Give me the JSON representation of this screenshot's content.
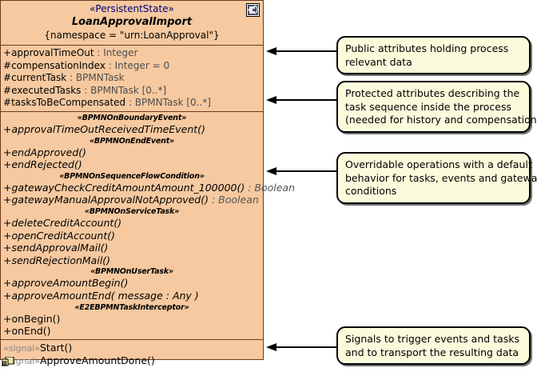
{
  "class_box": {
    "stereotype": "«PersistentState»",
    "name": "LoanApprovalImport",
    "namespace_tag": "{namespace = \"urn:LoanApproval\"}",
    "header_icon": "persistent-state-icon",
    "corner_icon": "package-icon",
    "fill_color": "#F6C9A0",
    "border_color": "#6B3A1E",
    "attributes": [
      {
        "vis": "+",
        "name": "approvalTimeOut",
        "sep": " : ",
        "type": "Integer"
      },
      {
        "vis": "#",
        "name": "compensationIndex",
        "sep": " : ",
        "type": "Integer = 0"
      },
      {
        "vis": "#",
        "name": "currentTask",
        "sep": " : ",
        "type": "BPMNTask"
      },
      {
        "vis": "#",
        "name": "executedTasks",
        "sep": " : ",
        "type": "BPMNTask [0..*]"
      },
      {
        "vis": "#",
        "name": "tasksToBeCompensated",
        "sep": " : ",
        "type": "BPMNTask [0..*]"
      }
    ],
    "operation_groups": [
      {
        "stereotype": "«BPMNOnBoundaryEvent»",
        "operations": [
          {
            "vis": "+",
            "name": "approvalTimeOutReceivedTimeEvent()",
            "type": "",
            "abstract": true
          }
        ]
      },
      {
        "stereotype": "«BPMNOnEndEvent»",
        "operations": [
          {
            "vis": "+",
            "name": "endApproved()",
            "type": "",
            "abstract": true
          },
          {
            "vis": "+",
            "name": "endRejected()",
            "type": "",
            "abstract": true
          }
        ]
      },
      {
        "stereotype": "«BPMNOnSequenceFlowCondition»",
        "operations": [
          {
            "vis": "+",
            "name": "gatewayCheckCreditAmountAmount_100000()",
            "type": " : Boolean",
            "abstract": true
          },
          {
            "vis": "+",
            "name": "gatewayManualApprovalNotApproved()",
            "type": " : Boolean",
            "abstract": true
          }
        ]
      },
      {
        "stereotype": "«BPMNOnServiceTask»",
        "operations": [
          {
            "vis": "+",
            "name": "deleteCreditAccount()",
            "type": "",
            "abstract": true
          },
          {
            "vis": "+",
            "name": "openCreditAccount()",
            "type": "",
            "abstract": true
          },
          {
            "vis": "+",
            "name": "sendApprovalMail()",
            "type": "",
            "abstract": true
          },
          {
            "vis": "+",
            "name": "sendRejectionMail()",
            "type": "",
            "abstract": true
          }
        ]
      },
      {
        "stereotype": "«BPMNOnUserTask»",
        "operations": [
          {
            "vis": "+",
            "name": "approveAmountBegin()",
            "type": "",
            "abstract": true
          },
          {
            "vis": "+",
            "name": "approveAmountEnd( message : Any )",
            "type": "",
            "abstract": true
          }
        ]
      },
      {
        "stereotype": "«E2EBPMNTaskInterceptor»",
        "operations": [
          {
            "vis": "+",
            "name": "onBegin()",
            "type": "",
            "abstract": false
          },
          {
            "vis": "+",
            "name": "onEnd()",
            "type": "",
            "abstract": false
          }
        ]
      }
    ],
    "signals": [
      {
        "stereotype": "«signal»",
        "name": "Start()"
      },
      {
        "stereotype": "«signal»",
        "name": "ApproveAmountDone()"
      }
    ]
  },
  "callouts": [
    {
      "id": "callout-public-attributes",
      "lines": [
        "Public attributes holding process",
        "relevant data"
      ]
    },
    {
      "id": "callout-protected-attributes",
      "lines": [
        "Protected attributes describing the",
        "task sequence inside the process",
        "(needed for history and compensation)"
      ]
    },
    {
      "id": "callout-overridable-operations",
      "lines": [
        "Overridable operations with a default",
        "behavior for tasks, events and gateway",
        "conditions"
      ]
    },
    {
      "id": "callout-signals",
      "lines": [
        "Signals to trigger events and tasks",
        "and to transport the resulting data"
      ]
    }
  ],
  "colors": {
    "class_fill": "#F6C9A0",
    "callout_fill": "#FBFBDC",
    "stereotype_blue": "#00007A",
    "type_gray": "#4D4D4D"
  }
}
